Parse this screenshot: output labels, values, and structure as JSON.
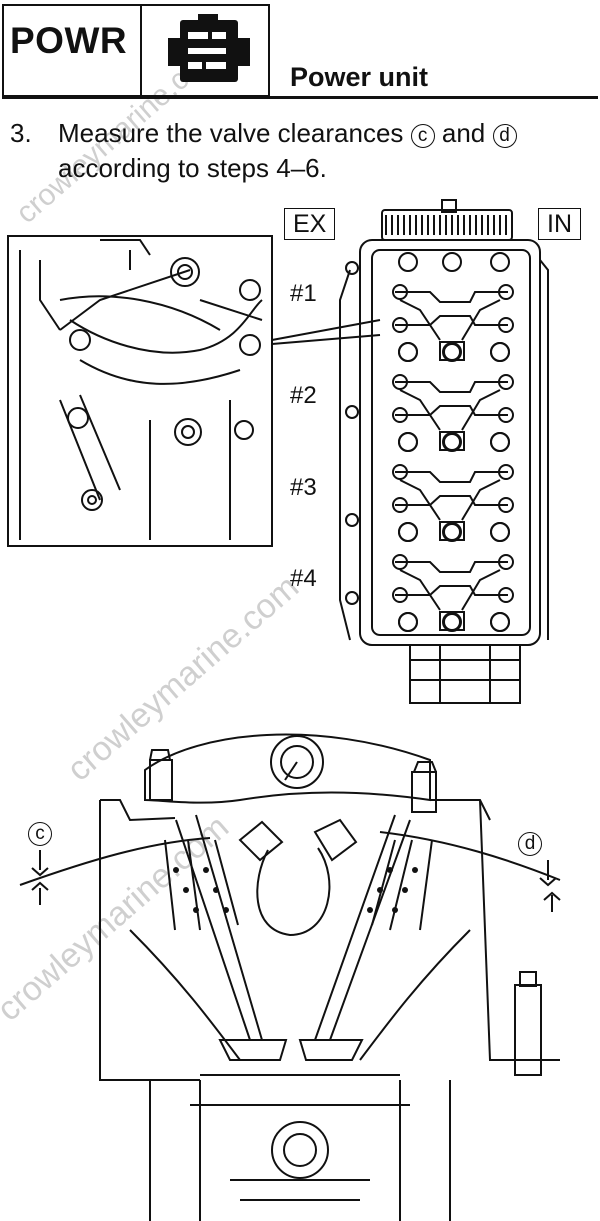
{
  "header": {
    "section_code": "POWR",
    "section_icon": "engine-block-icon",
    "section_title": "Power unit"
  },
  "step": {
    "number": "3.",
    "text_before": "Measure the valve clearances",
    "marker_c": "c",
    "text_and": "and",
    "marker_d": "d",
    "line2": "according to steps 4–6."
  },
  "figure_top": {
    "label_ex": "EX",
    "label_in": "IN",
    "cylinders": [
      "#1",
      "#2",
      "#3",
      "#4"
    ]
  },
  "figure_bottom": {
    "marker_c": "c",
    "marker_d": "d"
  },
  "watermark": {
    "text": "crowleymarine.com"
  },
  "colors": {
    "ink": "#111111",
    "paper": "#ffffff",
    "watermark": "#cfcfcf"
  }
}
